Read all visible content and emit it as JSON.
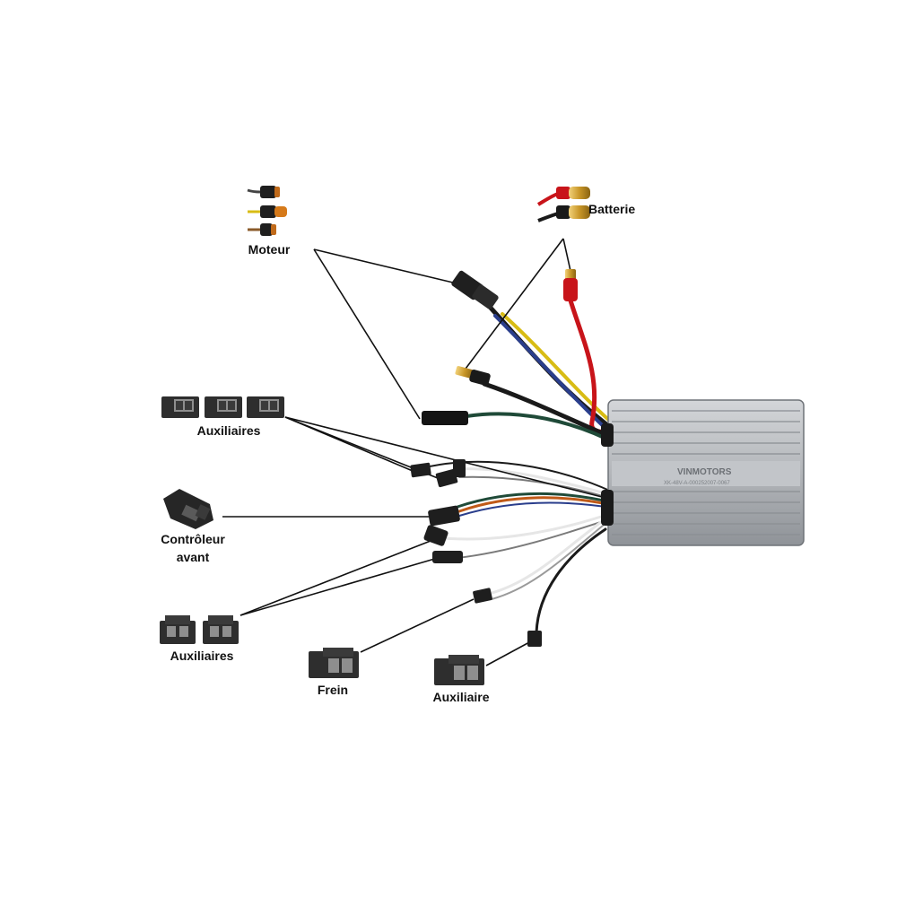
{
  "labels": {
    "moteur": "Moteur",
    "batterie": "Batterie",
    "auxiliaires_top": "Auxiliaires",
    "controleur_line1": "Contrôleur",
    "controleur_line2": "avant",
    "auxiliaires_bottom": "Auxiliaires",
    "frein": "Frein",
    "auxiliaire": "Auxiliaire"
  },
  "controller": {
    "brand": "VINMOTORS",
    "serial": "XK-48V-A-000252007-0067"
  },
  "colors": {
    "leader_line": "#111111",
    "case": "#b9bcc0",
    "case_fin": "#9a9ea3",
    "wire_black": "#1a1a1a",
    "wire_red": "#c8141a",
    "wire_yellow": "#d8bc14",
    "wire_blue": "#2a3e8c",
    "wire_green": "#1f4a38",
    "wire_white": "#e6e6e6",
    "wire_gray": "#7a7a7a",
    "wire_orange": "#c05a18",
    "gold": "#d4a838",
    "connector": "#2a2a2a"
  }
}
